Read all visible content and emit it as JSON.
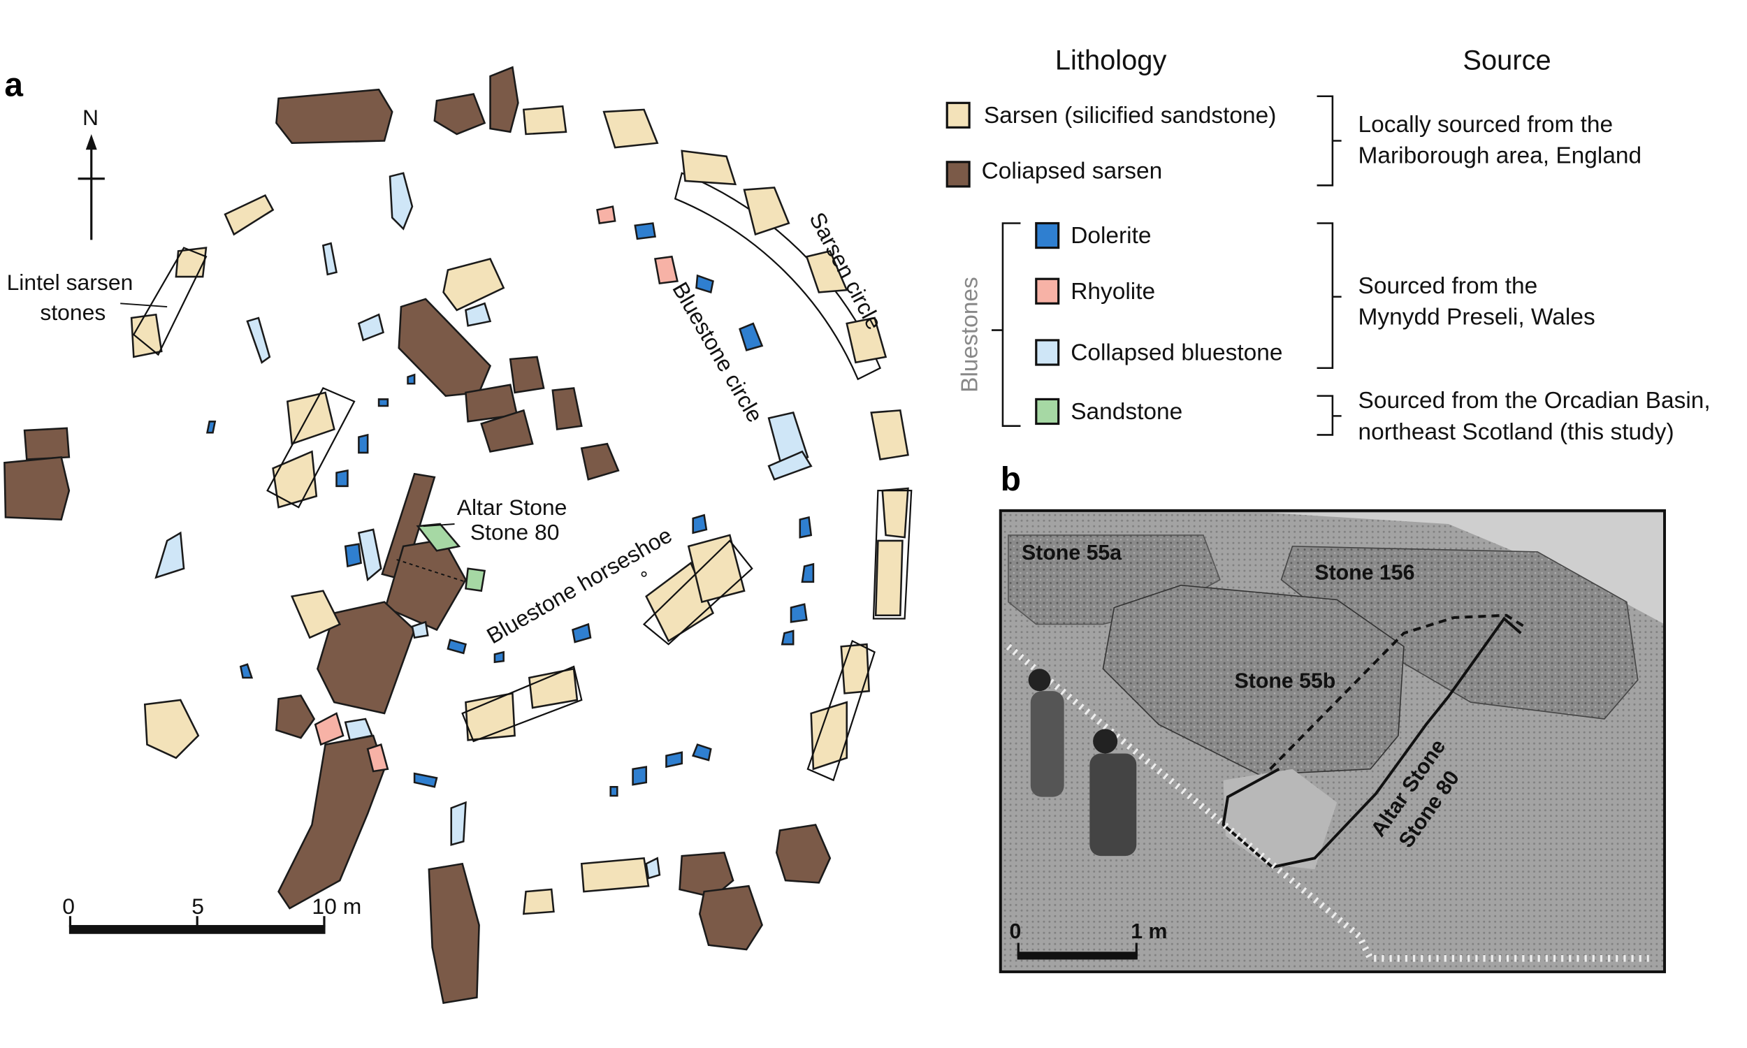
{
  "panel_a": {
    "label": "a",
    "north": "N",
    "labels": {
      "lintel": [
        "Lintel sarsen",
        "stones"
      ],
      "altar": [
        "Altar Stone",
        "Stone 80"
      ],
      "sarsen_circle": "Sarsen circle",
      "bluestone_circle": "Bluestone circle",
      "bluestone_horseshoe": "Bluestone horseshoe"
    },
    "scale": {
      "ticks": [
        "0",
        "5",
        "10 m"
      ]
    }
  },
  "legend": {
    "lithology_title": "Lithology",
    "source_title": "Source",
    "group_label": "Bluestones",
    "items": [
      {
        "label": "Sarsen (silicified sandstone)",
        "color": "#f3e2b9"
      },
      {
        "label": "Coliapsed sarsen",
        "color": "#7b5a48"
      },
      {
        "label": "Dolerite",
        "color": "#2f7fd0"
      },
      {
        "label": "Rhyolite",
        "color": "#f7b2a6"
      },
      {
        "label": "Collapsed bluestone",
        "color": "#cfe6f7"
      },
      {
        "label": "Sandstone",
        "color": "#a6d8a4"
      }
    ],
    "sources": [
      [
        "Locally sourced from the",
        "Mariborough area, England"
      ],
      [
        "Sourced from the",
        "Mynydd Preseli, Wales"
      ],
      [
        "Sourced from the Orcadian Basin,",
        "northeast Scotland (this study)"
      ]
    ]
  },
  "panel_b": {
    "label": "b",
    "labels": {
      "stone_55a": "Stone 55a",
      "stone_156": "Stone 156",
      "stone_55b": "Stone 55b",
      "altar": [
        "Altar Stone",
        "Stone 80"
      ]
    },
    "scale": {
      "ticks": [
        "0",
        "1 m"
      ]
    }
  }
}
